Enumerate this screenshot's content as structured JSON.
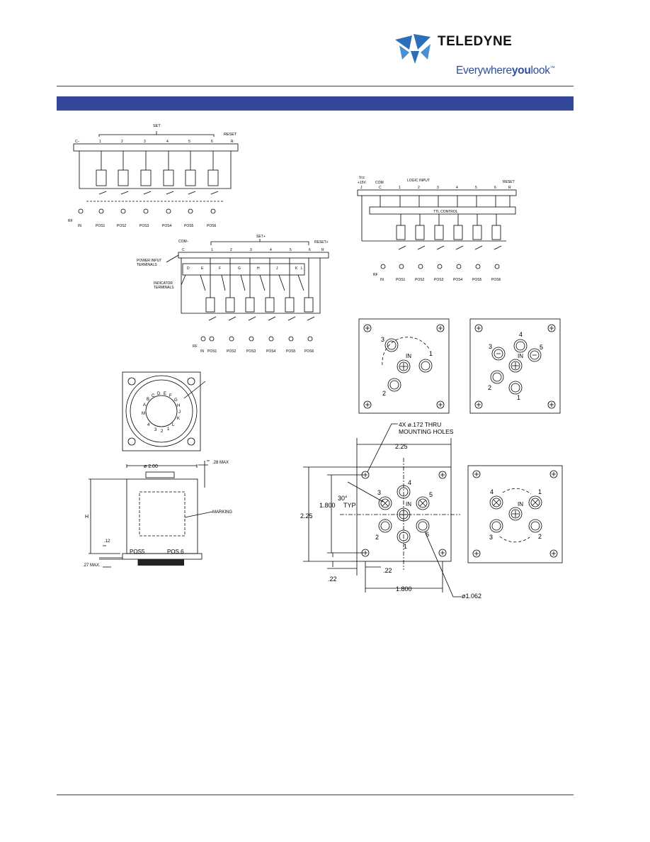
{
  "header": {
    "brand_name": "TELEDYNE",
    "tagline_part1": "Everywhere",
    "tagline_part2": "you",
    "tagline_part3": "look",
    "tagline_tm": "™",
    "brand_color": "#2b4fa0",
    "band_color": "#33479b"
  },
  "schematic_a": {
    "set_label": "SET",
    "reset_label": "RESET",
    "common_label": "C−",
    "terminals": [
      "1",
      "2",
      "3",
      "4",
      "5",
      "6",
      "R"
    ],
    "rf_label": "RF",
    "in_label": "IN",
    "positions": [
      "POS1",
      "POS2",
      "POS3",
      "POS4",
      "POS5",
      "POS6"
    ]
  },
  "schematic_b": {
    "vcc_label": "Vcc",
    "vcc_value": "+15V",
    "com_label": "COM",
    "logic_label": "LOGIC INPUT",
    "reset_label": "RESET",
    "terminals": [
      "J",
      "C",
      "1",
      "2",
      "3",
      "4",
      "5",
      "6",
      "R"
    ],
    "ttl_label": "TTL CONTROL",
    "rf_label": "RF",
    "in_label": "IN",
    "positions": [
      "POS1",
      "POS2",
      "POS3",
      "POS4",
      "POS5",
      "POS6"
    ]
  },
  "schematic_c": {
    "com_label": "COM−",
    "set_label": "SET+",
    "reset_label": "RESET+",
    "power_label_1": "POWER INPUT",
    "power_label_2": "TERMINALS",
    "indicator_label_1": "INDICATOR",
    "indicator_label_2": "TERMINALS",
    "top_terminals": [
      "C",
      "1",
      "2",
      "3",
      "4",
      "5",
      "6",
      "R"
    ],
    "indicator_terminals": [
      "D",
      "E",
      "F",
      "G",
      "H",
      "J",
      "K",
      "L"
    ],
    "rf_label": "RF",
    "in_label": "IN",
    "positions": [
      "POS1",
      "POS2",
      "POS3",
      "POS4",
      "POS5",
      "POS6"
    ]
  },
  "outline": {
    "connector_letters": [
      "A",
      "B",
      "C",
      "D",
      "E",
      "F",
      "G",
      "H",
      "J",
      "K",
      "L",
      "M",
      "1",
      "2",
      "3",
      "4"
    ],
    "dia_label": "ø 2.00",
    "max_label": ".28 MAX",
    "h_label": "H",
    "marking_label": "MARKING",
    "dim_12": ".12",
    "dim_27": ".27 MAX.",
    "pos5_label": "POS5",
    "pos6_label": "POS.6"
  },
  "connector_views": {
    "view_sp3t": {
      "in": "IN",
      "ports": [
        "1",
        "2",
        "3"
      ]
    },
    "view_sp5t": {
      "in": "IN",
      "ports": [
        "1",
        "2",
        "3",
        "4",
        "5"
      ]
    },
    "view_sp6t": {
      "in": "IN",
      "ports": [
        "1",
        "2",
        "3",
        "4",
        "5",
        "6"
      ]
    },
    "view_sp4t": {
      "in": "IN",
      "ports": [
        "1",
        "2",
        "3",
        "4"
      ]
    },
    "holes_label_1": "4X  ø.172  THRU",
    "holes_label_2": "MOUNTING  HOLES",
    "dim_225_top": "2.25",
    "dim_225_side": "2.25",
    "dim_1800_typ": "1.800",
    "typ_label": "TYP",
    "angle_label": "30°",
    "dim_22_right": ".22",
    "dim_22_left": ".22",
    "dim_1800_bottom": "1.800",
    "dia_1062": "ø1.062"
  }
}
